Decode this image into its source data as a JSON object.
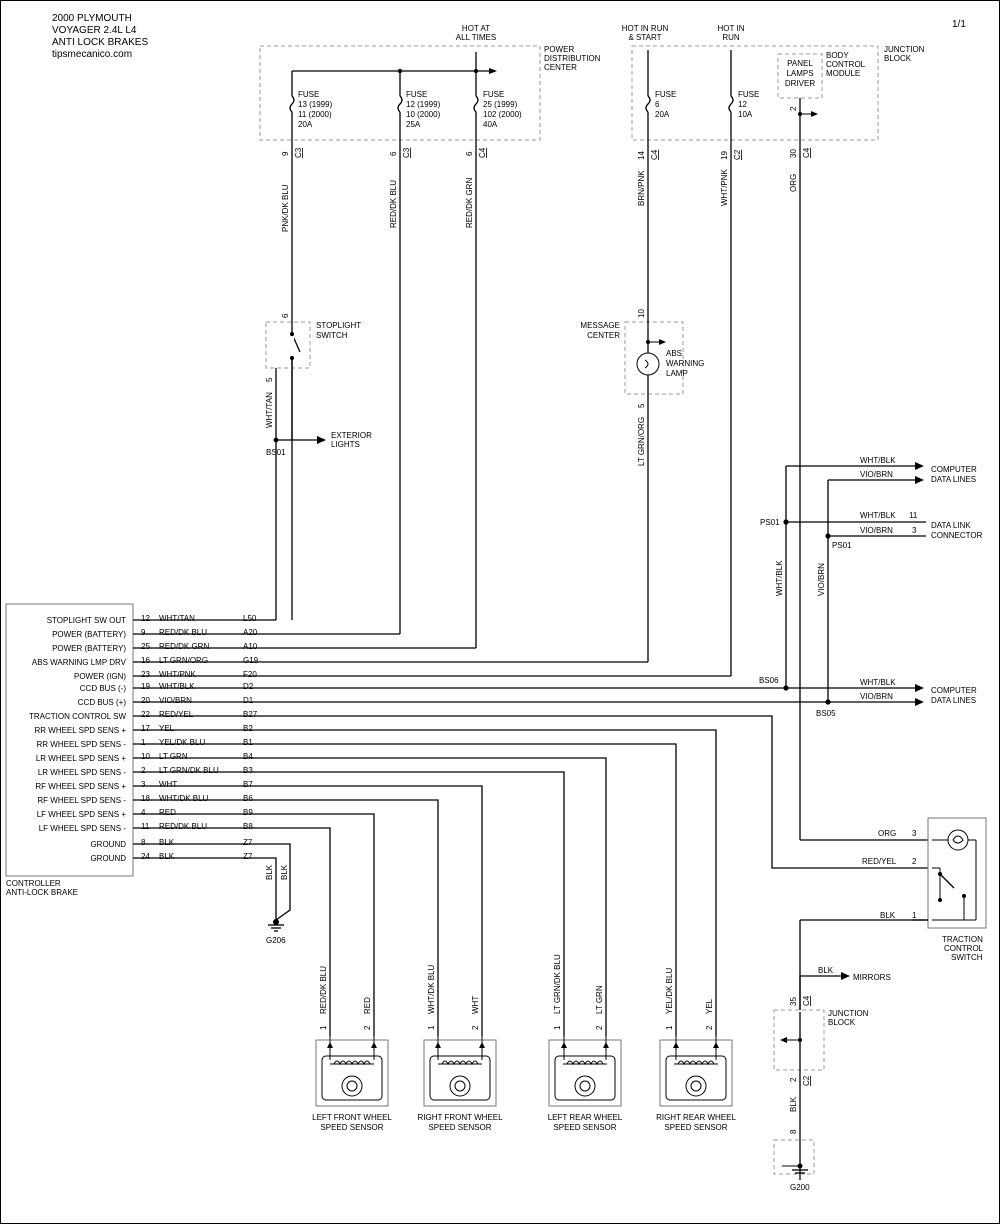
{
  "header": {
    "line1": "2000 PLYMOUTH",
    "line2": "VOYAGER 2.4L  L4",
    "line3": "ANTI LOCK BRAKES",
    "site": "tipsmecanico.com",
    "page": "1/1"
  },
  "power_labels": {
    "hot_at_all_times": [
      "HOT AT",
      "ALL TIMES"
    ],
    "hot_in_run_start": [
      "HOT IN RUN",
      "& START"
    ],
    "hot_in_run": [
      "HOT IN",
      "RUN"
    ]
  },
  "pdc": {
    "label": [
      "POWER",
      "DISTRIBUTION",
      "CENTER"
    ]
  },
  "junction_block": {
    "label": [
      "JUNCTION",
      "BLOCK"
    ]
  },
  "bcm": {
    "label": [
      "BODY",
      "CONTROL",
      "MODULE"
    ],
    "driver": [
      "PANEL",
      "LAMPS",
      "DRIVER"
    ],
    "pin": "2"
  },
  "fuses": [
    {
      "title": "FUSE",
      "l1": "13    (1999)",
      "l2": "11    (2000)",
      "l3": "20A",
      "pin": "9",
      "conn": "C3",
      "wire": "PNK/DK BLU"
    },
    {
      "title": "FUSE",
      "l1": "12    (1999)",
      "l2": "10    (2000)",
      "l3": "25A",
      "pin": "6",
      "conn": "C3",
      "wire": "RED/DK BLU"
    },
    {
      "title": "FUSE",
      "l1": "25    (1999)",
      "l2": "102  (2000)",
      "l3": "40A",
      "pin": "6",
      "conn": "C4",
      "wire": "RED/DK GRN"
    },
    {
      "title": "FUSE",
      "l1": "6",
      "l2": "20A",
      "l3": "",
      "pin": "14",
      "conn": "C4",
      "wire": "BRN/PNK"
    },
    {
      "title": "FUSE",
      "l1": "12",
      "l2": "10A",
      "l3": "",
      "pin": "19",
      "conn": "C2",
      "wire": "WHT/PNK"
    }
  ],
  "bcm_out": {
    "pin": "30",
    "conn": "C4",
    "wire": "ORG"
  },
  "stoplight_switch": {
    "label": [
      "STOPLIGHT",
      "SWITCH"
    ],
    "pin_top": "6",
    "pin_bottom": "5",
    "wire": "WHT/TAN"
  },
  "exterior_lights": {
    "splice": "BS01",
    "label": [
      "EXTERIOR",
      "LIGHTS"
    ]
  },
  "message_center": {
    "label": [
      "MESSAGE",
      "CENTER"
    ],
    "lamp": [
      "ABS",
      "WARNING",
      "LAMP"
    ],
    "pin_top": "10",
    "pin_bottom": "5",
    "wire": "LT GRN/ORG"
  },
  "data_lines": {
    "top_wire1": "WHT/BLK",
    "top_wire2": "VIO/BRN",
    "computer": [
      "COMPUTER",
      "DATA LINES"
    ],
    "ps01": "PS01",
    "dlc_pin1": "11",
    "dlc_pin2": "3",
    "dlc": [
      "DATA LINK",
      "CONNECTOR"
    ],
    "vert1": "WHT/BLK",
    "vert2": "VIO/BRN",
    "bs06": "BS06",
    "bs05": "BS05"
  },
  "controller": {
    "label": [
      "CONTROLLER",
      "ANTI-LOCK BRAKE"
    ],
    "pins": [
      {
        "name": "STOPLIGHT SW OUT",
        "pin": "12",
        "wire": "WHT/TAN",
        "cavity": "L50"
      },
      {
        "name": "POWER (BATTERY)",
        "pin": "9",
        "wire": "RED/DK BLU",
        "cavity": "A20"
      },
      {
        "name": "POWER (BATTERY)",
        "pin": "25",
        "wire": "RED/DK GRN",
        "cavity": "A10"
      },
      {
        "name": "ABS WARNING LMP DRV",
        "pin": "16",
        "wire": "LT GRN/ORG",
        "cavity": "G19"
      },
      {
        "name": "POWER (IGN)",
        "pin": "23",
        "wire": "WHT/PNK",
        "cavity": "F20"
      },
      {
        "name": "CCD BUS (-)",
        "pin": "19",
        "wire": "WHT/BLK",
        "cavity": "D2"
      },
      {
        "name": "CCD BUS (+)",
        "pin": "20",
        "wire": "VIO/BRN",
        "cavity": "D1"
      },
      {
        "name": "TRACTION CONTROL SW",
        "pin": "22",
        "wire": "RED/YEL",
        "cavity": "B27"
      },
      {
        "name": "RR WHEEL SPD SENS +",
        "pin": "17",
        "wire": "YEL",
        "cavity": "B2"
      },
      {
        "name": "RR WHEEL SPD SENS -",
        "pin": "1",
        "wire": "YEL/DK BLU",
        "cavity": "B1"
      },
      {
        "name": "LR WHEEL SPD SENS +",
        "pin": "10",
        "wire": "LT GRN",
        "cavity": "B4"
      },
      {
        "name": "LR WHEEL SPD SENS -",
        "pin": "2",
        "wire": "LT GRN/DK BLU",
        "cavity": "B3"
      },
      {
        "name": "RF WHEEL SPD SENS +",
        "pin": "3",
        "wire": "WHT",
        "cavity": "B7"
      },
      {
        "name": "RF WHEEL SPD SENS -",
        "pin": "18",
        "wire": "WHT/DK BLU",
        "cavity": "B6"
      },
      {
        "name": "LF WHEEL SPD SENS +",
        "pin": "4",
        "wire": "RED",
        "cavity": "B9"
      },
      {
        "name": "LF WHEEL SPD SENS -",
        "pin": "11",
        "wire": "RED/DK BLU",
        "cavity": "B8"
      }
    ],
    "grounds": [
      {
        "name": "GROUND",
        "pin": "8",
        "wire": "BLK",
        "cavity": "Z7"
      },
      {
        "name": "GROUND",
        "pin": "24",
        "wire": "BLK",
        "cavity": "Z7"
      }
    ]
  },
  "g206": {
    "label": "G206",
    "wire1": "BLK",
    "wire2": "BLK"
  },
  "traction_switch": {
    "label": [
      "TRACTION",
      "CONTROL",
      "SWITCH"
    ],
    "w3": "ORG",
    "p3": "3",
    "w2": "RED/YEL",
    "p2": "2",
    "w1": "BLK",
    "p1": "1"
  },
  "mirrors": {
    "wire": "BLK",
    "label": "MIRRORS"
  },
  "junction_block2": {
    "label": [
      "JUNCTION",
      "BLOCK"
    ],
    "pin_top": "35",
    "conn_top": "C4",
    "pin_bottom": "2",
    "conn_bottom": "C2",
    "wire": "BLK",
    "g_pin": "8"
  },
  "g200": {
    "label": "G200"
  },
  "sensors": [
    {
      "label": [
        "LEFT FRONT WHEEL",
        "SPEED SENSOR"
      ],
      "w1": "RED/DK BLU",
      "w2": "RED",
      "p1": "1",
      "p2": "2"
    },
    {
      "label": [
        "RIGHT FRONT WHEEL",
        "SPEED SENSOR"
      ],
      "w1": "WHT/DK BLU",
      "w2": "WHT",
      "p1": "1",
      "p2": "2"
    },
    {
      "label": [
        "LEFT REAR WHEEL",
        "SPEED SENSOR"
      ],
      "w1": "LT GRN/DK BLU",
      "w2": "LT GRN",
      "p1": "1",
      "p2": "2"
    },
    {
      "label": [
        "RIGHT REAR WHEEL",
        "SPEED SENSOR"
      ],
      "w1": "YEL/DK BLU",
      "w2": "YEL",
      "p1": "1",
      "p2": "2"
    }
  ]
}
